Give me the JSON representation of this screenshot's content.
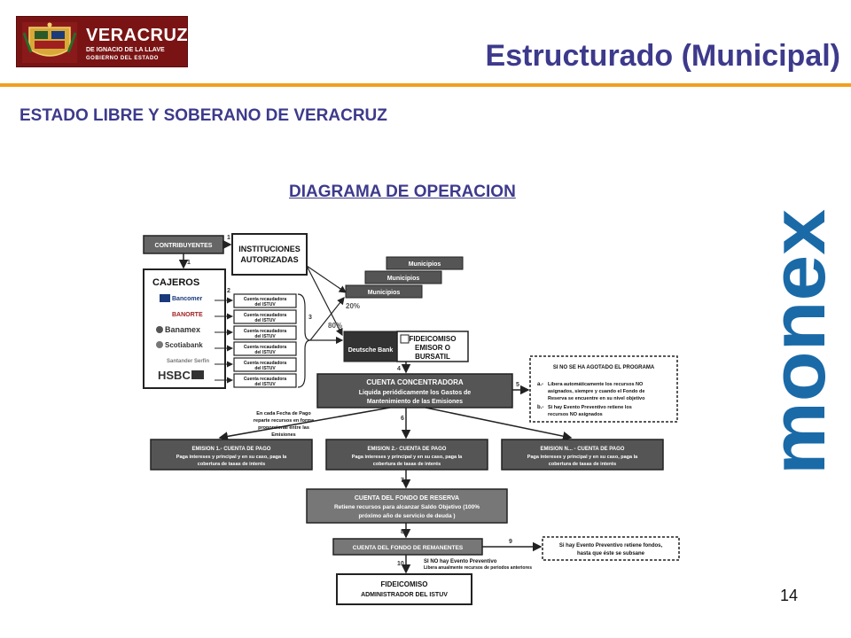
{
  "header": {
    "logo_text": "VERACRUZ",
    "logo_sub1": "DE IGNACIO DE LA LLAVE",
    "logo_sub2": "GOBIERNO DEL ESTADO",
    "title": "Estructurado (Municipal)",
    "subtitle": "ESTADO LIBRE Y SOBERANO DE VERACRUZ"
  },
  "brand": {
    "logo_text": "monex",
    "color": "#1a6aa8"
  },
  "diagram": {
    "title": "DIAGRAMA DE OPERACION",
    "contribuyentes": "CONTRIBUYENTES",
    "instituciones_l1": "INSTITUCIONES",
    "instituciones_l2": "AUTORIZADAS",
    "cajeros": "CAJEROS",
    "banks": [
      "Bancomer",
      "BANORTE",
      "Banamex",
      "Scotiabank",
      "Santander Serfin",
      "HSBC"
    ],
    "cuenta_l1": "Cuenta recaudadora",
    "cuenta_l2": "del ISTUV",
    "municipios": "Municipios",
    "pct_20": "20%",
    "pct_80": "80%",
    "deutsche": "Deutsche Bank",
    "fideicomiso_l1": "FIDEICOMISO",
    "fideicomiso_l2": "EMISOR O",
    "fideicomiso_l3": "BURSATIL",
    "concentradora_l1": "CUENTA CONCENTRADORA",
    "concentradora_l2": "Liquida periódicamente los Gastos de",
    "concentradora_l3": "Mantenimiento de las Emisiones",
    "reparto_l1": "En cada Fecha de Pago",
    "reparto_l2": "reparte recursos en forma",
    "reparto_l3": "proporcional entre las",
    "reparto_l4": "Emisiones",
    "no_agotado_title": "SI NO SE HA AGOTADO EL PROGRAMA",
    "no_agotado_a_label": "a.-",
    "no_agotado_a1": "Libera automáticamente los recursos NO",
    "no_agotado_a2": "asignados, siempre y cuando el Fondo de",
    "no_agotado_a3": "Reserva se encuentre en su nivel objetivo",
    "no_agotado_b_label": "b.-",
    "no_agotado_b1": "Si hay Evento Preventivo retiene los",
    "no_agotado_b2": "recursos NO asignados",
    "em1_title": "EMISION 1.- CUENTA DE PAGO",
    "em2_title": "EMISION 2.- CUENTA DE PAGO",
    "emn_title": "EMISION N... - CUENTA DE PAGO",
    "em_l1": "Paga intereses y principal y en su caso, paga la",
    "em_l2": "cobertura de tasas de interés",
    "reserva_l1": "CUENTA DEL FONDO DE RESERVA",
    "reserva_l2": "Retiene recursos para alcanzar Saldo Objetivo (100%",
    "reserva_l3": "próximo año de servicio de deuda )",
    "remanentes": "CUENTA DEL FONDO DE REMANENTES",
    "preventivo_l1": "Si hay Evento Preventivo retiene fondos,",
    "preventivo_l2": "hasta que éste se subsane",
    "no_preventivo_l1": "SI NO hay Evento Preventivo",
    "no_preventivo_l2": "Libera anualmente recursos de periodos anteriores",
    "admin_l1": "FIDEICOMISO",
    "admin_l2": "ADMINISTRADOR DEL ISTUV",
    "steps": {
      "s1a": "1",
      "s1b": "1",
      "s2": "2",
      "s3": "3",
      "s4": "4",
      "s5a": "5",
      "s6": "6",
      "s7": "7",
      "s8": "8",
      "s5b": "9",
      "s10": "10"
    }
  },
  "footer": {
    "page_number": "14"
  },
  "colors": {
    "title_blue": "#3d3a8c",
    "orange_rule": "#f0a020",
    "logo_maroon": "#7a1414",
    "box_dark": "#555555",
    "box_mid": "#777777"
  }
}
